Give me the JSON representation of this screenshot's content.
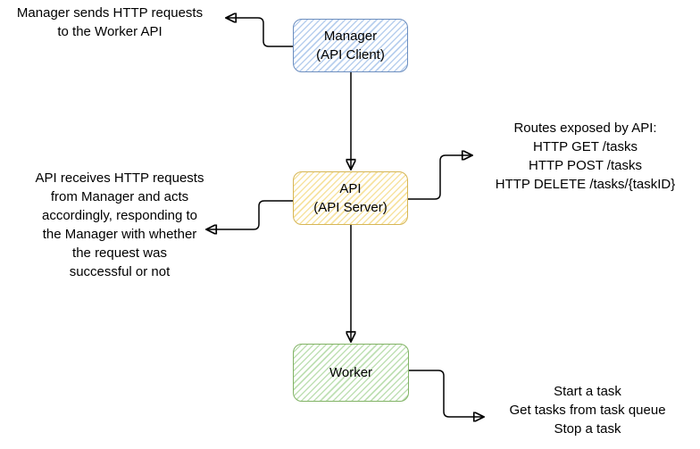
{
  "nodes": {
    "manager": {
      "label": "Manager\n(API Client)"
    },
    "api": {
      "label": "API\n(API Server)"
    },
    "worker": {
      "label": "Worker"
    }
  },
  "annotations": {
    "manager_note": "Manager sends HTTP requests\nto the Worker API",
    "api_routes": "Routes exposed by API:\nHTTP GET /tasks\nHTTP POST /tasks\nHTTP DELETE /tasks/{taskID}",
    "api_note": "API receives HTTP requests\nfrom Manager and acts\naccordingly, responding to\nthe Manager with whether\nthe request was\nsuccessful or not",
    "worker_tasks": "Start a task\nGet tasks from task queue\nStop a task"
  },
  "colors": {
    "manager_stroke": "#6c8ebf",
    "manager_hatch": "#b8cfee",
    "api_stroke": "#d6b656",
    "api_hatch": "#f7e3a1",
    "worker_stroke": "#82b366",
    "worker_hatch": "#bfe0b4",
    "arrow": "#000000",
    "text": "#000000",
    "background": "#ffffff"
  }
}
